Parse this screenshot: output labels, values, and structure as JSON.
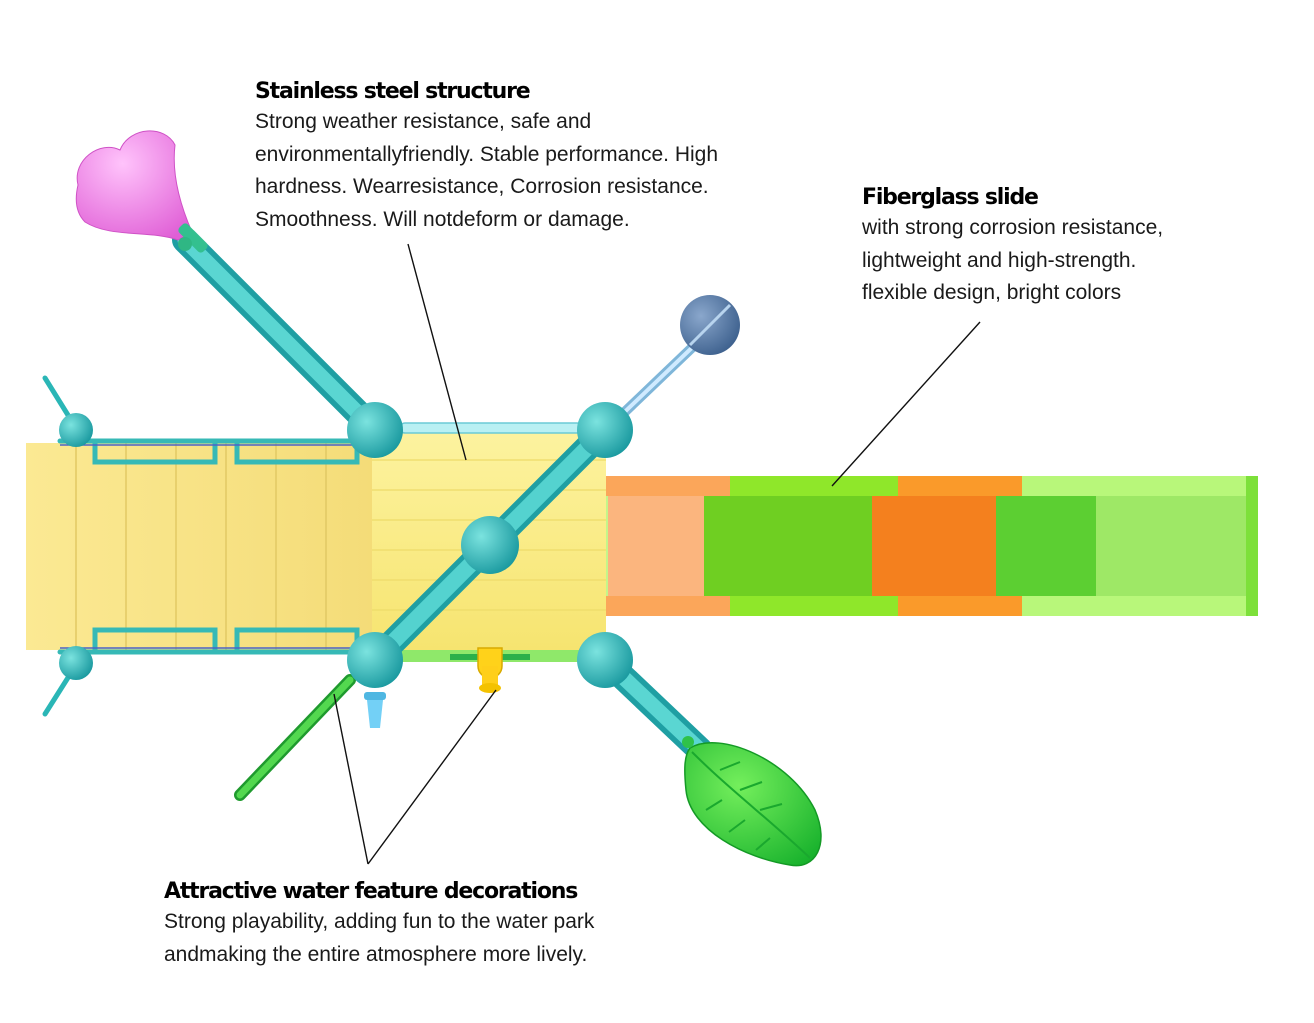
{
  "annotations": {
    "stainless": {
      "title": "Stainless steel structure",
      "body": "Strong weather resistance, safe and\nenvironmentallyfriendly. Stable performance. High\nhardness. Wearresistance, Corrosion resistance.\nSmoothness. Will notdeform or damage."
    },
    "fiberglass": {
      "title": "Fiberglass slide",
      "body": "with strong corrosion resistance,\nlightweight and high-strength.\nflexible design, bright colors"
    },
    "water": {
      "title": "Attractive water feature decorations",
      "body": "Strong playability, adding fun to the water park\nandmaking the entire atmosphere more lively."
    }
  },
  "colors": {
    "deck_yellow": "#fbef8a",
    "pipe_teal": "#3cc3c2",
    "slide_orange": "#f7821e",
    "slide_green": "#8ee62a",
    "flower_pink": "#f07de8",
    "leaf_green": "#3bd23b",
    "ball_blue": "#5f84b0"
  }
}
